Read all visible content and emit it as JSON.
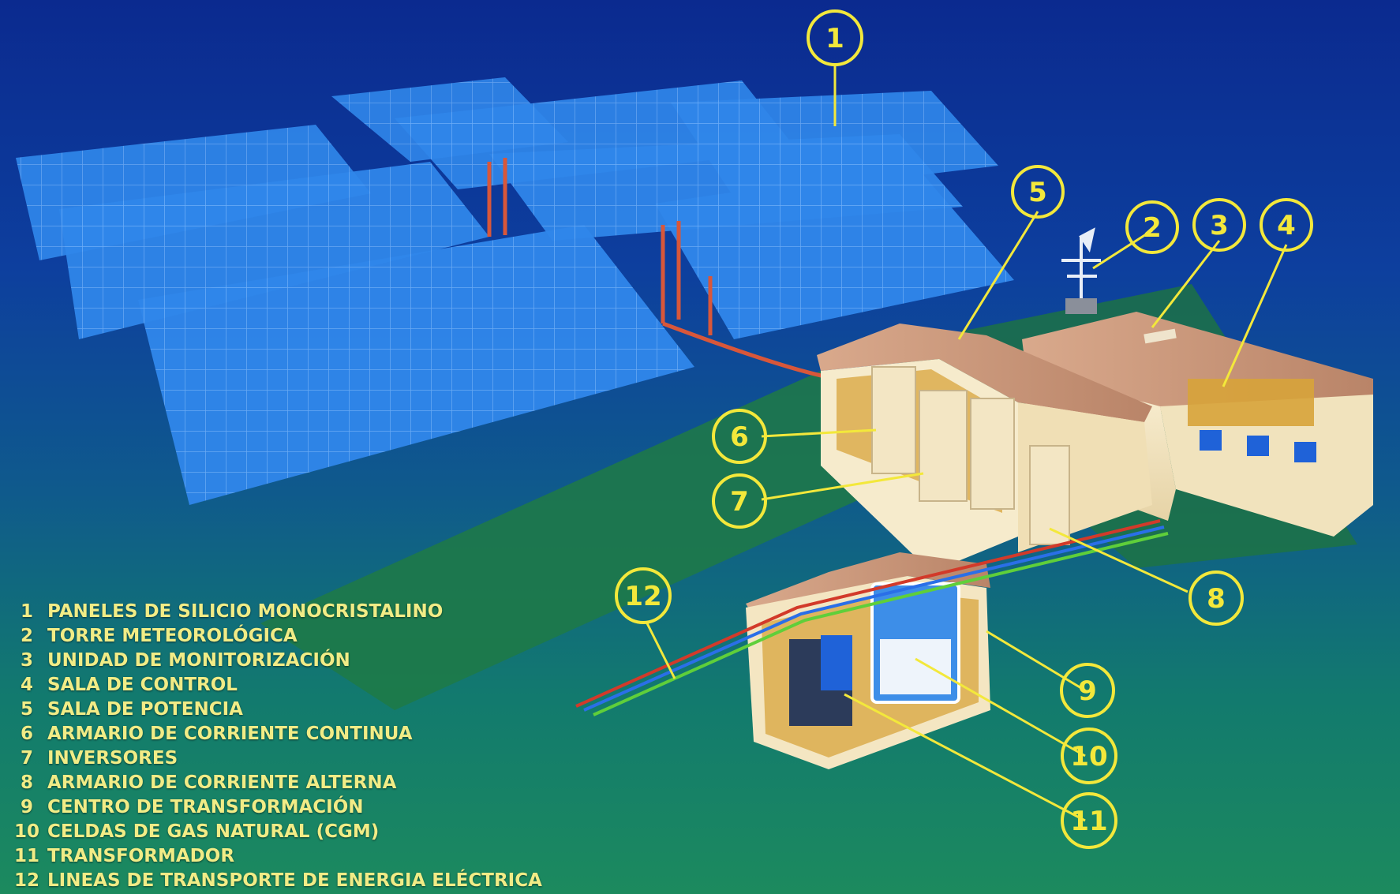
{
  "callouts": [
    "1",
    "2",
    "3",
    "4",
    "5",
    "6",
    "7",
    "8",
    "9",
    "10",
    "11",
    "12"
  ],
  "legend": [
    {
      "num": "1",
      "text": "PANELES DE SILICIO MONOCRISTALINO"
    },
    {
      "num": "2",
      "text": "TORRE METEOROLÓGICA"
    },
    {
      "num": "3",
      "text": "UNIDAD DE MONITORIZACIÓN"
    },
    {
      "num": "4",
      "text": "SALA DE CONTROL"
    },
    {
      "num": "5",
      "text": "SALA DE POTENCIA"
    },
    {
      "num": "6",
      "text": "ARMARIO DE CORRIENTE CONTINUA"
    },
    {
      "num": "7",
      "text": "INVERSORES"
    },
    {
      "num": "8",
      "text": "ARMARIO DE CORRIENTE ALTERNA"
    },
    {
      "num": "9",
      "text": "CENTRO DE TRANSFORMACIÓN"
    },
    {
      "num": "10",
      "text": "CELDAS DE GAS NATURAL (CGM)"
    },
    {
      "num": "11",
      "text": "TRANSFORMADOR"
    },
    {
      "num": "12",
      "text": "LINEAS DE TRANSPORTE DE ENERGIA ELÉCTRICA"
    }
  ],
  "colors": {
    "callout": "#f3e83b",
    "panel": "#2a7be3",
    "ground": "#1f7a45",
    "building_wall": "#f4e8c8",
    "building_roof": "#c9957a",
    "cable_red": "#d23a2a",
    "cable_blue": "#2a6fe8",
    "cable_green": "#5fcf3a"
  }
}
